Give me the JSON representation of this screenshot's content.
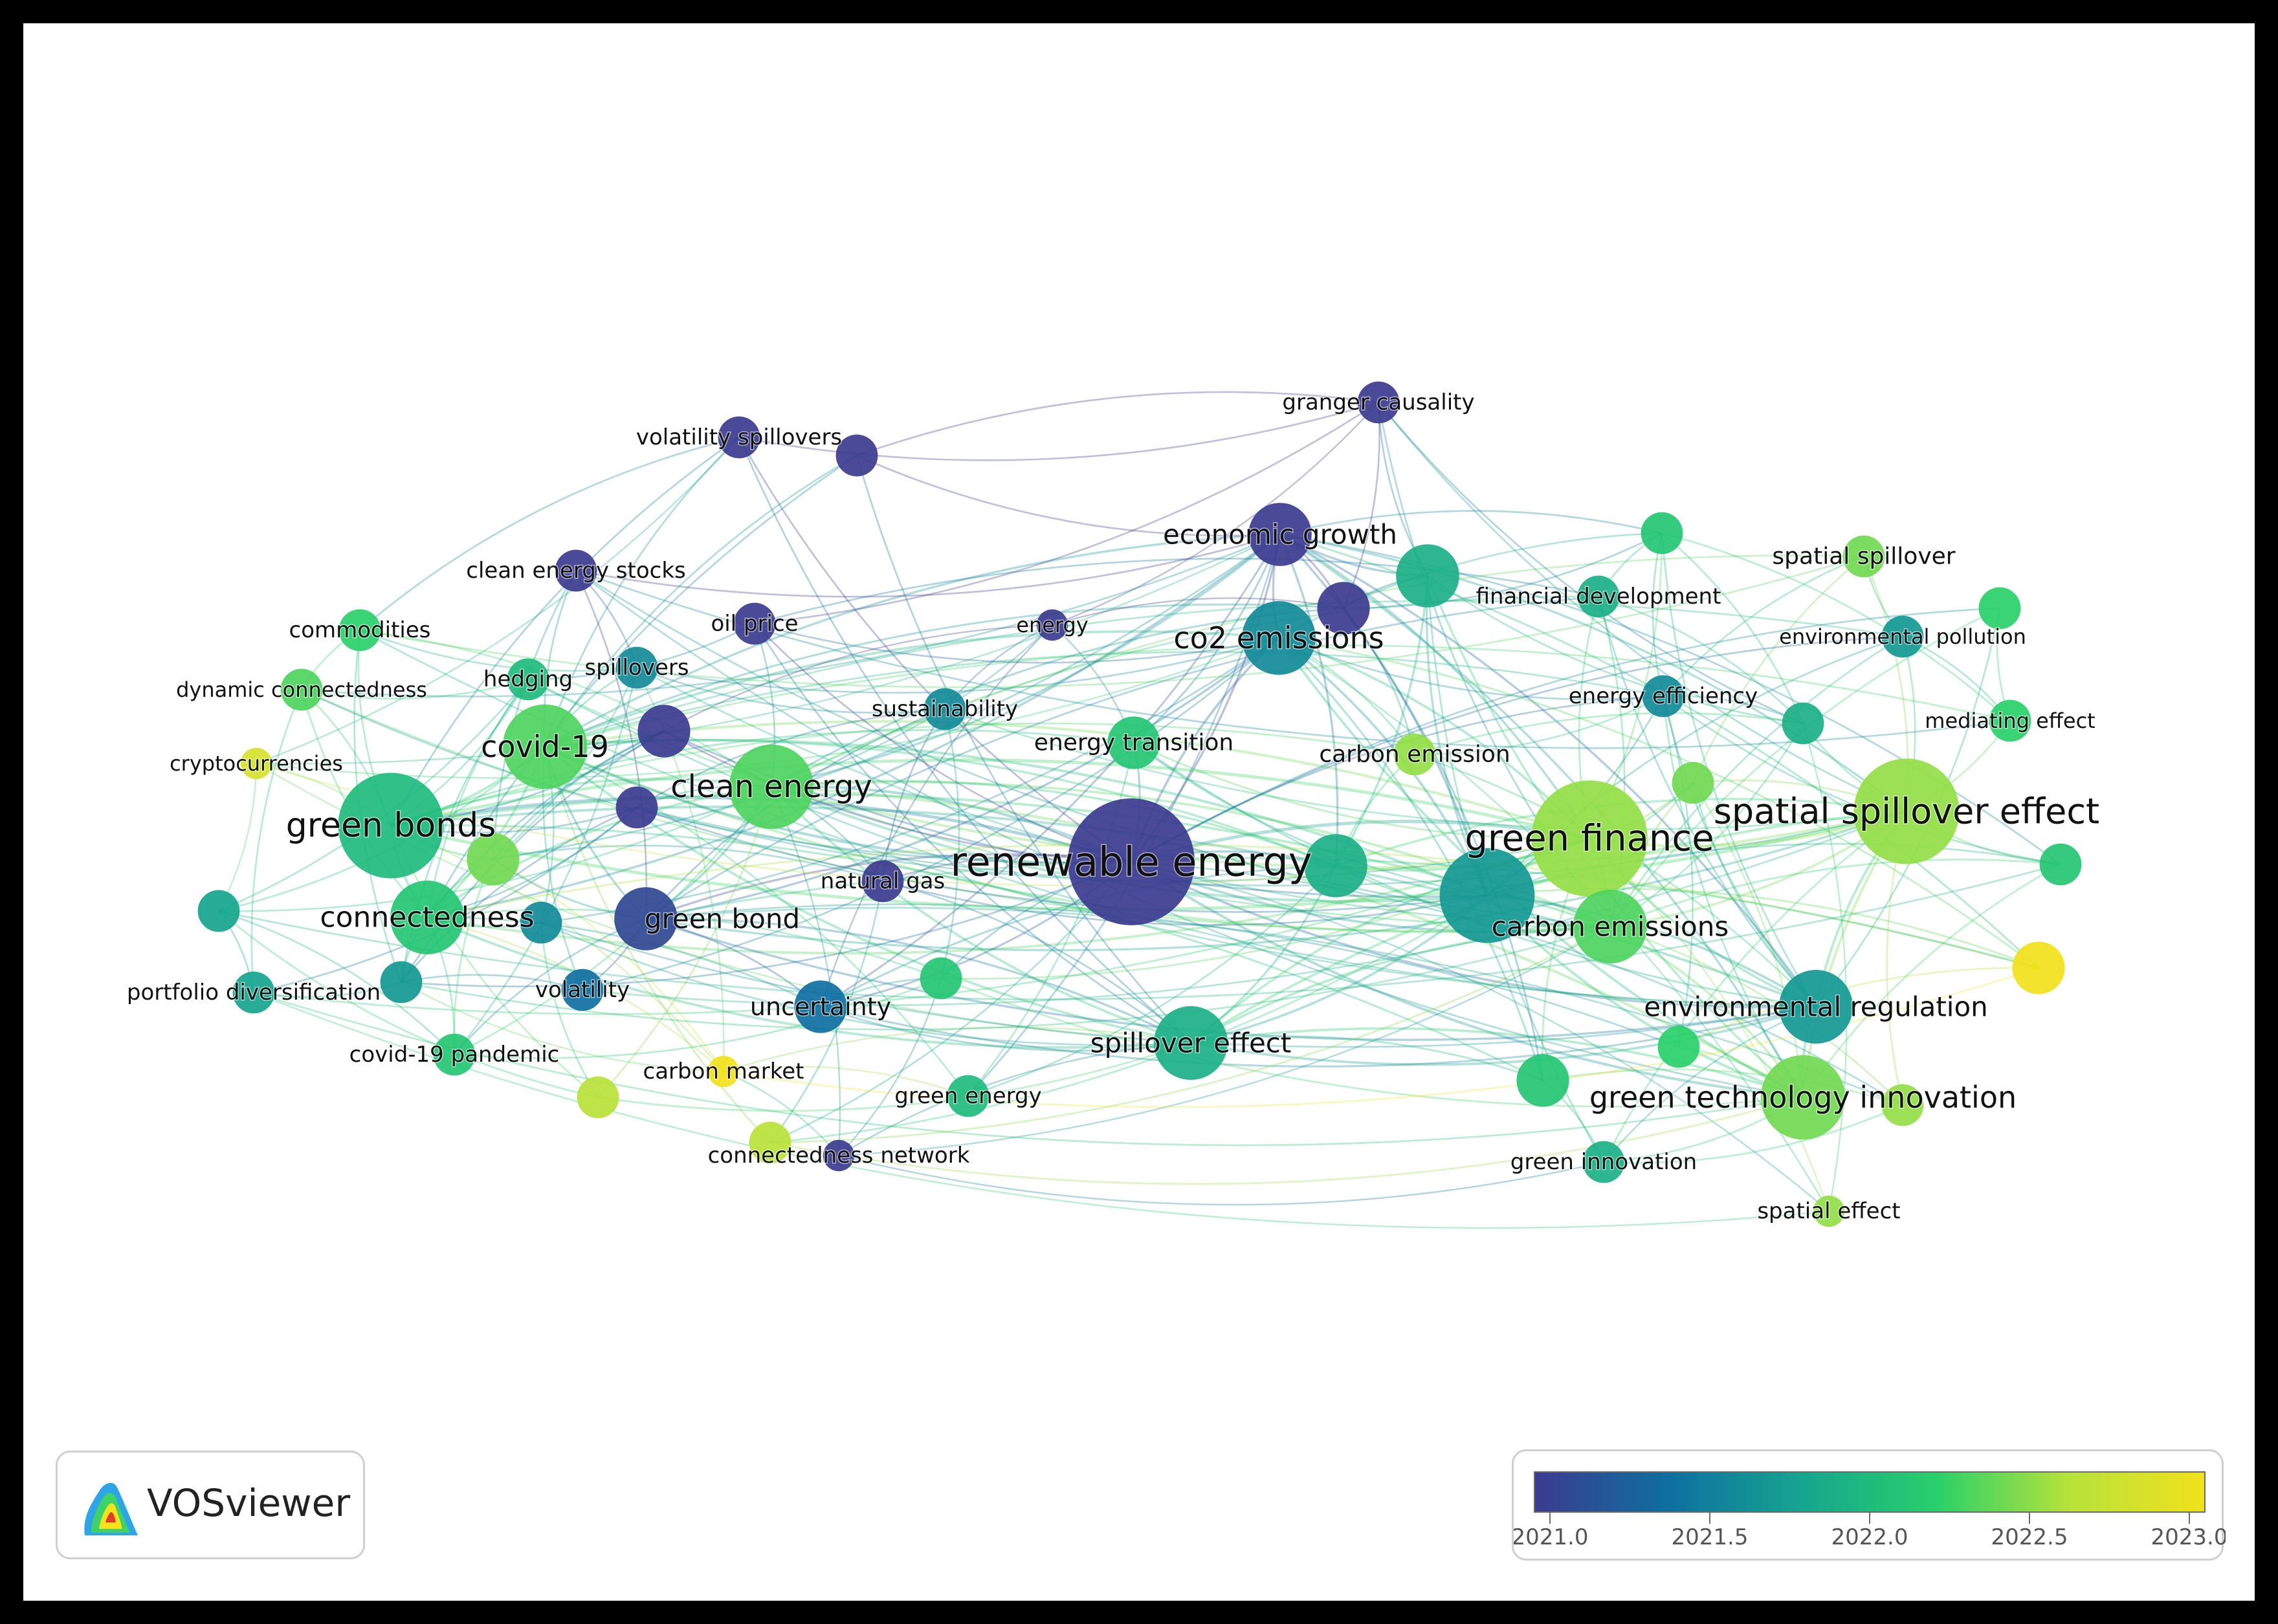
{
  "app": {
    "logo_text": "VOSviewer"
  },
  "legend": {
    "ticks": [
      "2021.0",
      "2021.5",
      "2022.0",
      "2022.5",
      "2023.0"
    ],
    "range": [
      2021.0,
      2023.0
    ],
    "colors": [
      "#3b3b8f",
      "#0e6fa1",
      "#16a58f",
      "#29d06a",
      "#b8e23a",
      "#f2e11b"
    ]
  },
  "network": {
    "nodes": [
      {
        "id": "renewable-energy",
        "label": "renewable energy",
        "year": 2021.0,
        "weight": 10
      },
      {
        "id": "green-finance",
        "label": "green finance",
        "year": 2022.5,
        "weight": 9
      },
      {
        "id": "spatial-spillover-effect",
        "label": "spatial spillover effect",
        "year": 2022.5,
        "weight": 8
      },
      {
        "id": "green-bonds",
        "label": "green bonds",
        "year": 2022.0,
        "weight": 8
      },
      {
        "id": "carbon-emissions",
        "label": "carbon emissions",
        "year": 2022.3,
        "weight": 5
      },
      {
        "id": "clean-energy",
        "label": "clean energy",
        "year": 2022.3,
        "weight": 6
      },
      {
        "id": "covid-19",
        "label": "covid-19",
        "year": 2022.3,
        "weight": 6
      },
      {
        "id": "connectedness",
        "label": "connectedness",
        "year": 2022.1,
        "weight": 5
      },
      {
        "id": "green-bond",
        "label": "green bond",
        "year": 2021.1,
        "weight": 4
      },
      {
        "id": "economic-growth",
        "label": "economic growth",
        "year": 2021.0,
        "weight": 4
      },
      {
        "id": "co2-emissions",
        "label": "co2 emissions",
        "year": 2021.6,
        "weight": 5
      },
      {
        "id": "spillover-effect",
        "label": "spillover effect",
        "year": 2021.9,
        "weight": 5
      },
      {
        "id": "environmental-regulation",
        "label": "environmental regulation",
        "year": 2021.7,
        "weight": 5
      },
      {
        "id": "green-technology-innovation",
        "label": "green technology innovation",
        "year": 2022.4,
        "weight": 6
      },
      {
        "id": "uncertainty",
        "label": "uncertainty",
        "year": 2021.4,
        "weight": 3
      },
      {
        "id": "energy-transition",
        "label": "energy transition",
        "year": 2022.1,
        "weight": 3
      },
      {
        "id": "sustainability",
        "label": "sustainability",
        "year": 2021.6,
        "weight": 2
      },
      {
        "id": "carbon-emission",
        "label": "carbon emission",
        "year": 2022.5,
        "weight": 2
      },
      {
        "id": "energy-efficiency",
        "label": "energy efficiency",
        "year": 2021.6,
        "weight": 2
      },
      {
        "id": "financial-development",
        "label": "financial development",
        "year": 2021.9,
        "weight": 2
      },
      {
        "id": "spatial-spillover",
        "label": "spatial spillover",
        "year": 2022.4,
        "weight": 2
      },
      {
        "id": "environmental-pollution",
        "label": "environmental pollution",
        "year": 2021.7,
        "weight": 2
      },
      {
        "id": "mediating-effect",
        "label": "mediating effect",
        "year": 2022.2,
        "weight": 2
      },
      {
        "id": "granger-causality",
        "label": "granger causality",
        "year": 2021.0,
        "weight": 2
      },
      {
        "id": "volatility-spillovers",
        "label": "volatility spillovers",
        "year": 2021.0,
        "weight": 2
      },
      {
        "id": "clean-energy-stocks",
        "label": "clean energy stocks",
        "year": 2021.0,
        "weight": 2
      },
      {
        "id": "oil-price",
        "label": "oil price",
        "year": 2021.0,
        "weight": 2
      },
      {
        "id": "energy",
        "label": "energy",
        "year": 2021.0,
        "weight": 1
      },
      {
        "id": "commodities",
        "label": "commodities",
        "year": 2022.2,
        "weight": 2
      },
      {
        "id": "dynamic-connectedness",
        "label": "dynamic connectedness",
        "year": 2022.3,
        "weight": 2
      },
      {
        "id": "hedging",
        "label": "hedging",
        "year": 2022.0,
        "weight": 2
      },
      {
        "id": "spillovers",
        "label": "spillovers",
        "year": 2021.6,
        "weight": 2
      },
      {
        "id": "cryptocurrencies",
        "label": "cryptocurrencies",
        "year": 2022.8,
        "weight": 1
      },
      {
        "id": "natural-gas",
        "label": "natural gas",
        "year": 2021.0,
        "weight": 2
      },
      {
        "id": "portfolio-diversification",
        "label": "portfolio diversification",
        "year": 2021.8,
        "weight": 2
      },
      {
        "id": "volatility",
        "label": "volatility",
        "year": 2021.4,
        "weight": 2
      },
      {
        "id": "covid-19-pandemic",
        "label": "covid-19 pandemic",
        "year": 2022.1,
        "weight": 2
      },
      {
        "id": "carbon-market",
        "label": "carbon market",
        "year": 2023.0,
        "weight": 1
      },
      {
        "id": "green-energy",
        "label": "green energy",
        "year": 2022.0,
        "weight": 2
      },
      {
        "id": "connectedness-network",
        "label": "connectedness network",
        "year": 2021.0,
        "weight": 1
      },
      {
        "id": "green-innovation",
        "label": "green innovation",
        "year": 2021.9,
        "weight": 2
      },
      {
        "id": "spatial-effect",
        "label": "spatial effect",
        "year": 2022.5,
        "weight": 1
      }
    ],
    "extra_nodes": [
      {
        "id": "n-u1",
        "year": 2021.9,
        "weight": 4
      },
      {
        "id": "n-u2",
        "year": 2021.7,
        "weight": 7
      },
      {
        "id": "n-u3",
        "year": 2021.9,
        "weight": 4
      },
      {
        "id": "n-u4",
        "year": 2021.0,
        "weight": 3
      },
      {
        "id": "n-u5",
        "year": 2022.1,
        "weight": 2
      },
      {
        "id": "n-u6",
        "year": 2022.2,
        "weight": 2
      },
      {
        "id": "n-u7",
        "year": 2021.0,
        "weight": 2
      },
      {
        "id": "n-u8",
        "year": 2021.0,
        "weight": 2
      },
      {
        "id": "n-u9",
        "year": 2022.4,
        "weight": 3
      },
      {
        "id": "n-u10",
        "year": 2021.0,
        "weight": 3
      },
      {
        "id": "n-u11",
        "year": 2021.8,
        "weight": 2
      },
      {
        "id": "n-u12",
        "year": 2022.6,
        "weight": 2
      },
      {
        "id": "n-u13",
        "year": 2023.0,
        "weight": 3
      },
      {
        "id": "n-u14",
        "year": 2022.1,
        "weight": 2
      },
      {
        "id": "n-u15",
        "year": 2021.9,
        "weight": 2
      },
      {
        "id": "n-u16",
        "year": 2022.4,
        "weight": 2
      },
      {
        "id": "n-u17",
        "year": 2021.7,
        "weight": 2
      },
      {
        "id": "n-u18",
        "year": 2022.1,
        "weight": 3
      },
      {
        "id": "n-u19",
        "year": 2022.1,
        "weight": 2
      },
      {
        "id": "n-u20",
        "year": 2022.2,
        "weight": 2
      },
      {
        "id": "n-u21",
        "year": 2021.6,
        "weight": 2
      },
      {
        "id": "n-u22",
        "year": 2022.5,
        "weight": 2
      },
      {
        "id": "n-u23",
        "year": 2022.6,
        "weight": 2
      }
    ]
  }
}
